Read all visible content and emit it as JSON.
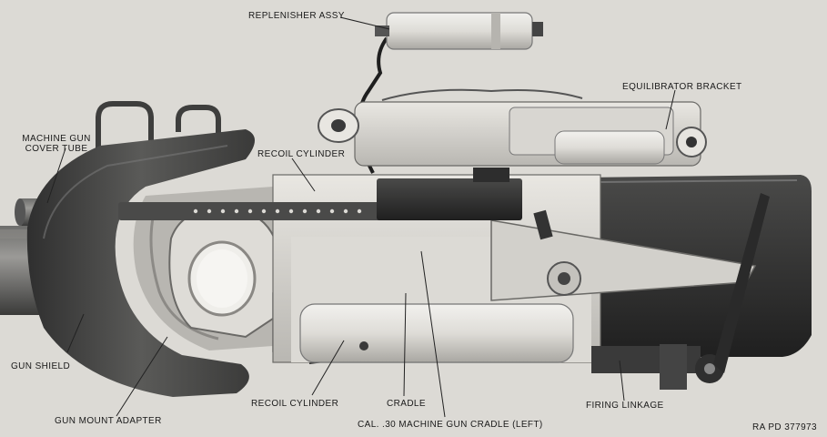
{
  "labels": {
    "replenisher": "REPLENISHER ASSY",
    "equilibrator": "EQUILIBRATOR BRACKET",
    "mg_cover_tube_line1": "MACHINE GUN",
    "mg_cover_tube_line2": "COVER TUBE",
    "recoil_cylinder_top": "RECOIL CYLINDER",
    "gun_shield": "GUN SHIELD",
    "gun_mount_adapter": "GUN MOUNT ADAPTER",
    "recoil_cylinder_bottom": "RECOIL CYLINDER",
    "cradle": "CRADLE",
    "mg_cradle_left": "CAL. .30 MACHINE GUN CRADLE (LEFT)",
    "firing_linkage": "FIRING LINKAGE",
    "figure_ref": "RA PD 377973"
  },
  "colors": {
    "background": "#dcdad5",
    "metal_light": "#e8e6e1",
    "metal_mid": "#a8a6a2",
    "metal_dark": "#3b3b3b",
    "shadow": "#1e1e1e",
    "text": "#1a1a1a"
  }
}
